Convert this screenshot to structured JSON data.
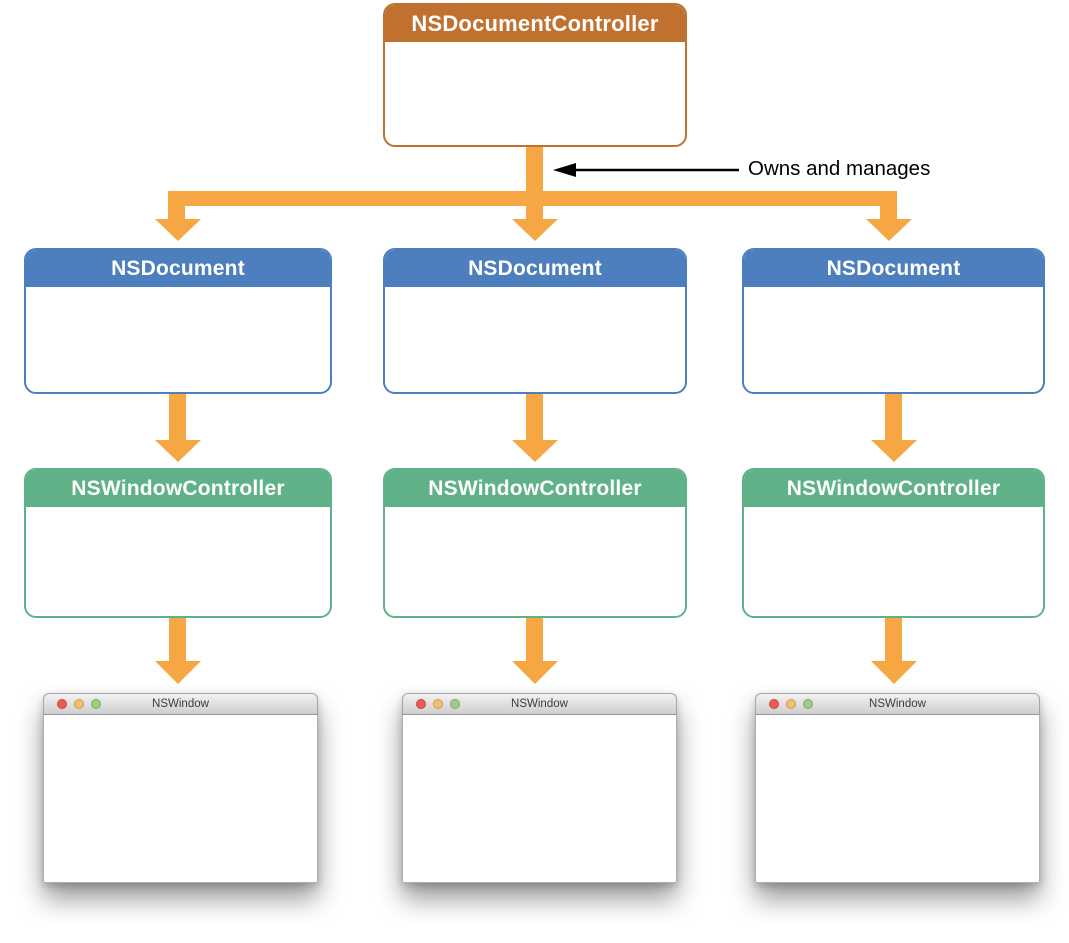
{
  "diagram": {
    "root": {
      "title": "NSDocumentController"
    },
    "annotation": {
      "label": "Owns and manages"
    },
    "columns": [
      {
        "document": "NSDocument",
        "window_controller": "NSWindowController",
        "window_title": "NSWindow"
      },
      {
        "document": "NSDocument",
        "window_controller": "NSWindowController",
        "window_title": "NSWindow"
      },
      {
        "document": "NSDocument",
        "window_controller": "NSWindowController",
        "window_title": "NSWindow"
      }
    ],
    "colors": {
      "root_header": "#C1712F",
      "document_header": "#4D7EBE",
      "window_controller_header": "#5FB287",
      "connector_arrow": "#F6A744",
      "annotation_arrow": "#000000",
      "window_titlebar_top": "#F3F3F3",
      "window_titlebar_bottom": "#CDCDCD",
      "traffic_red": "#EA5B51",
      "traffic_yellow": "#F3BF68",
      "traffic_green": "#9FCD82"
    }
  }
}
